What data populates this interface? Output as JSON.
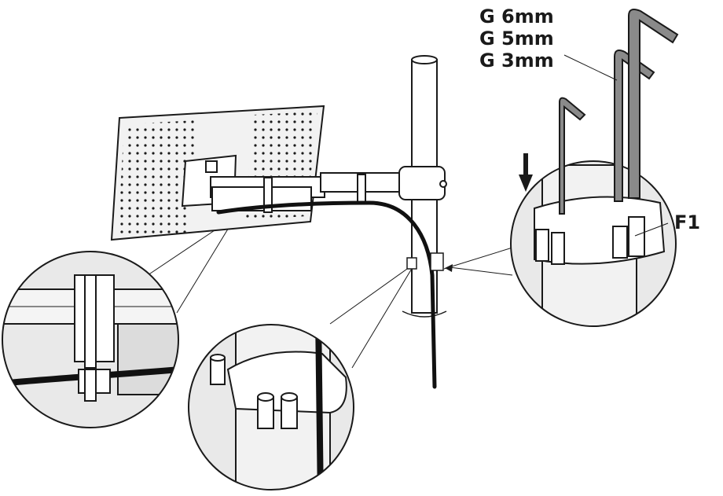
{
  "labels": {
    "tool_1": "G 6mm",
    "tool_2": "G 5mm",
    "tool_3": "G 3mm",
    "part_f1": "F1"
  },
  "colors": {
    "ink": "#1a1a1a",
    "panel_fill": "#f2f2f2",
    "detail_fill": "#e9e9e9",
    "key_fill": "#8a8a8a",
    "cable": "#111111"
  }
}
